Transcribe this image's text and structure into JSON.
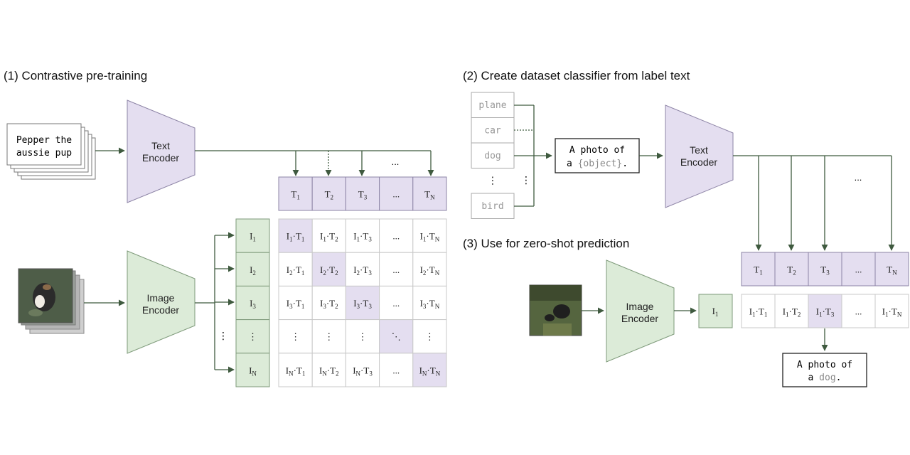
{
  "section1": {
    "heading": "(1) Contrastive pre-training",
    "text_input": {
      "line1": "Pepper the",
      "line2": "aussie pup"
    },
    "text_encoder": {
      "line1": "Text",
      "line2": "Encoder"
    },
    "image_encoder": {
      "line1": "Image",
      "line2": "Encoder"
    },
    "text_embeddings": [
      {
        "base": "T",
        "sub": "1"
      },
      {
        "base": "T",
        "sub": "2"
      },
      {
        "base": "T",
        "sub": "3"
      },
      {
        "base": "...",
        "sub": ""
      },
      {
        "base": "T",
        "sub": "N"
      }
    ],
    "image_embeddings": [
      {
        "base": "I",
        "sub": "1"
      },
      {
        "base": "I",
        "sub": "2"
      },
      {
        "base": "I",
        "sub": "3"
      },
      {
        "base": "⋮",
        "sub": ""
      },
      {
        "base": "I",
        "sub": "N"
      }
    ],
    "matrix_rows": [
      [
        {
          "i": "1",
          "t": "1",
          "kind": "pair"
        },
        {
          "i": "1",
          "t": "2",
          "kind": "pair"
        },
        {
          "i": "1",
          "t": "3",
          "kind": "pair"
        },
        {
          "text": "...",
          "kind": "text"
        },
        {
          "i": "1",
          "t": "N",
          "kind": "pair"
        }
      ],
      [
        {
          "i": "2",
          "t": "1",
          "kind": "pair"
        },
        {
          "i": "2",
          "t": "2",
          "kind": "pair"
        },
        {
          "i": "2",
          "t": "3",
          "kind": "pair"
        },
        {
          "text": "...",
          "kind": "text"
        },
        {
          "i": "2",
          "t": "N",
          "kind": "pair"
        }
      ],
      [
        {
          "i": "3",
          "t": "1",
          "kind": "pair"
        },
        {
          "i": "3",
          "t": "2",
          "kind": "pair"
        },
        {
          "i": "3",
          "t": "3",
          "kind": "pair"
        },
        {
          "text": "...",
          "kind": "text"
        },
        {
          "i": "3",
          "t": "N",
          "kind": "pair"
        }
      ],
      [
        {
          "text": "⋮",
          "kind": "text"
        },
        {
          "text": "⋮",
          "kind": "text"
        },
        {
          "text": "⋮",
          "kind": "text"
        },
        {
          "text": "⋱",
          "kind": "text"
        },
        {
          "text": "⋮",
          "kind": "text"
        }
      ],
      [
        {
          "i": "N",
          "t": "1",
          "kind": "pair"
        },
        {
          "i": "N",
          "t": "2",
          "kind": "pair"
        },
        {
          "i": "N",
          "t": "3",
          "kind": "pair"
        },
        {
          "text": "...",
          "kind": "text"
        },
        {
          "i": "N",
          "t": "N",
          "kind": "pair"
        }
      ]
    ],
    "top_ellipsis": "...",
    "left_ellipsis": "⋮"
  },
  "section2": {
    "heading": "(2) Create dataset classifier from label text",
    "labels": [
      "plane",
      "car",
      "dog",
      "⋮",
      "bird"
    ],
    "side_ellipsis": "⋮",
    "template": {
      "line1": "A photo of",
      "line2_prefix": "a ",
      "line2_placeholder": "{object}",
      "line2_suffix": "."
    },
    "text_encoder": {
      "line1": "Text",
      "line2": "Encoder"
    },
    "top_ellipsis": "..."
  },
  "section3": {
    "heading": "(3) Use for zero-shot prediction",
    "image_encoder": {
      "line1": "Image",
      "line2": "Encoder"
    },
    "image_embedding": {
      "base": "I",
      "sub": "1"
    },
    "text_embeddings": [
      {
        "base": "T",
        "sub": "1"
      },
      {
        "base": "T",
        "sub": "2"
      },
      {
        "base": "T",
        "sub": "3"
      },
      {
        "base": "...",
        "sub": ""
      },
      {
        "base": "T",
        "sub": "N"
      }
    ],
    "scores": [
      {
        "i": "1",
        "t": "1",
        "kind": "pair"
      },
      {
        "i": "1",
        "t": "2",
        "kind": "pair"
      },
      {
        "i": "1",
        "t": "3",
        "kind": "pair"
      },
      {
        "text": "...",
        "kind": "text"
      },
      {
        "i": "1",
        "t": "N",
        "kind": "pair"
      }
    ],
    "highlight_index": 2,
    "prediction": {
      "line1": "A photo of",
      "line2_prefix": "a ",
      "line2_word": "dog",
      "line2_suffix": "."
    }
  },
  "colors": {
    "purple": "#e4def0",
    "purple_stroke": "#8d84a6",
    "green": "#dcebd8",
    "green_stroke": "#7e9a7a",
    "arrow": "#3f5a3f"
  },
  "icons": {
    "dog_photo_stack": "photo-stack-icon",
    "dog_photo": "photo-icon"
  }
}
